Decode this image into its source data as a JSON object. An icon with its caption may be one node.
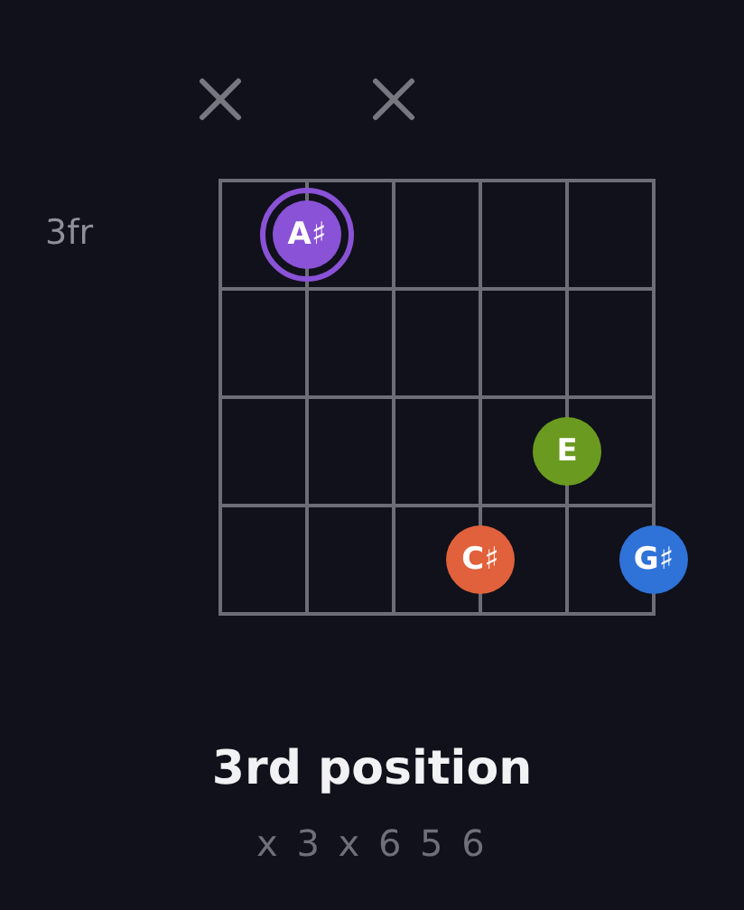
{
  "diagram": {
    "title": "3rd position",
    "nodes": [
      {
        "text": [
          "A♯"
        ]
      },
      {
        "text": [
          "E"
        ]
      },
      {
        "text": [
          "C♯"
        ]
      },
      {
        "text": [
          "G♯"
        ]
      }
    ],
    "labels": [
      "3fr",
      "x 3 x 6 5 6"
    ]
  }
}
